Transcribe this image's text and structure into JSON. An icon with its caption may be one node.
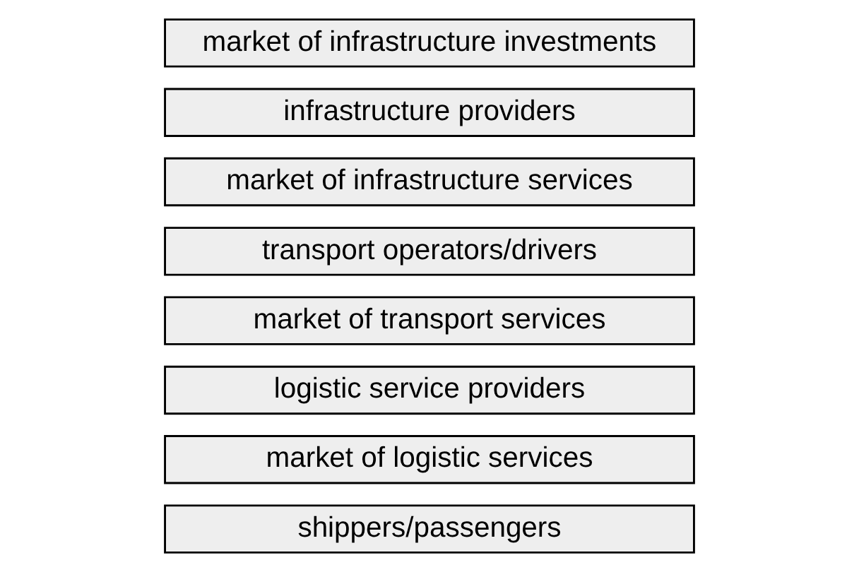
{
  "diagram": {
    "nodes": [
      {
        "text": [
          "shippers/passengers"
        ]
      },
      {
        "text": [
          "market of logistic services"
        ]
      },
      {
        "text": [
          "logistic service providers"
        ]
      },
      {
        "text": [
          "market of transport services"
        ]
      },
      {
        "text": [
          "transport operators/drivers"
        ]
      },
      {
        "text": [
          "market of infrastructure services"
        ]
      },
      {
        "text": [
          "infrastructure providers"
        ]
      },
      {
        "text": [
          "market of infrastructure investments"
        ]
      }
    ]
  }
}
